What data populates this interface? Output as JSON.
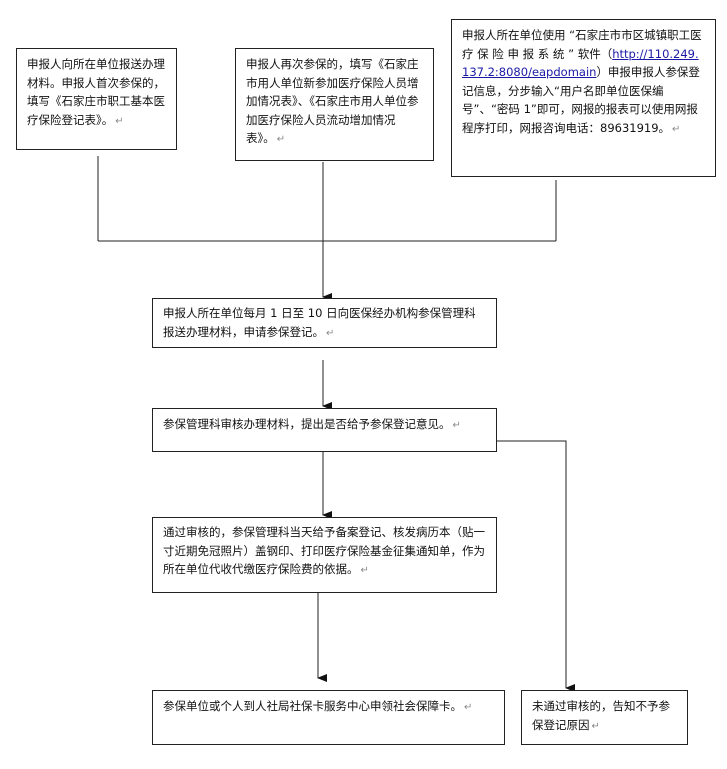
{
  "boxes": {
    "box1": "申报人向所在单位报送办理材料。申报人首次参保的，填写《石家庄市职工基本医疗保险登记表》。",
    "box2": "申报人再次参保的，填写《石家庄市用人单位新参加医疗保险人员增加情况表》、《石家庄市用人单位参加医疗保险人员流动增加情况表》。",
    "box3_a": "申报人所在单位使用 “石家庄市市区城镇职工医 疗 保 险 申 报 系 统 ” 软件（",
    "box3_url": "http://110.249.137.2:8080/eapdomain",
    "box3_b": "）申报申报人参保登记信息，分步输入“用户名即单位医保编号”、“密码 1”即可，网报的报表可以使用网报程序打印，网报咨询电话：89631919。",
    "box4": "申报人所在单位每月 1 日至 10 日向医保经办机构参保管理科报送办理材料，申请参保登记。",
    "box5": "参保管理科审核办理材料，提出是否给予参保登记意见。",
    "box6": "通过审核的，参保管理科当天给予备案登记、核发病历本（贴一寸近期免冠照片）盖钢印、打印医疗保险基金征集通知单，作为所在单位代收代缴医疗保险费的依据。",
    "box7": "参保单位或个人到人社局社保卡服务中心申领社会保障卡。",
    "box8": "未通过审核的，告知不予参保登记原因"
  },
  "paragraph_mark": "↵"
}
